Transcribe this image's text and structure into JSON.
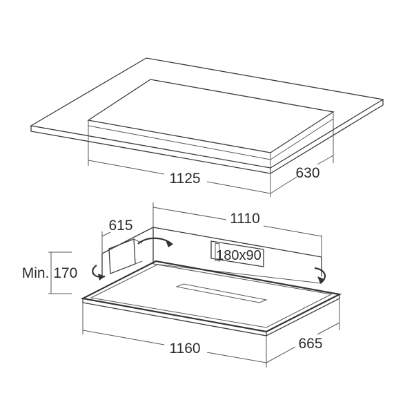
{
  "labels": {
    "cutout_width": "1125",
    "cutout_depth": "630",
    "housing_side": "615",
    "housing_length": "1110",
    "duct_size": "180x90",
    "min_height": "Min. 170",
    "panel_width": "1160",
    "panel_depth": "665"
  },
  "colors": {
    "line": "#3a3a3a",
    "text": "#2b2b2b",
    "arrow": "#333333"
  }
}
